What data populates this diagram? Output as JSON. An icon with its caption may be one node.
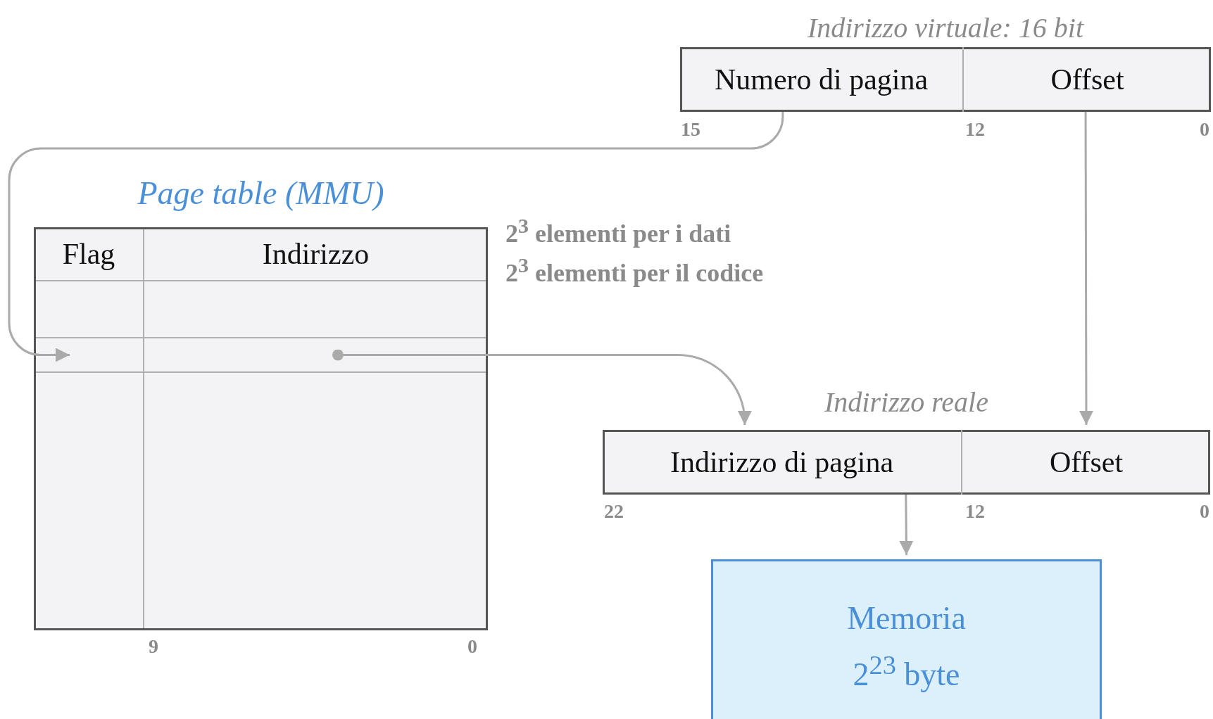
{
  "diagram": {
    "nodes": [
      {
        "text": [
          "Indirizzo virtuale: 16 bit"
        ]
      },
      {
        "text": [
          "Numero di pagina"
        ],
        "in": 0
      },
      {
        "text": [
          "Offset"
        ],
        "in": 0
      },
      {
        "text": [
          "Page table (MMU)"
        ]
      },
      {
        "text": [
          "Flag"
        ],
        "in": 3
      },
      {
        "text": [
          "Indirizzo"
        ],
        "in": 3
      },
      {
        "text": [],
        "shape": "box",
        "in": 3
      },
      {
        "text": [
          "Indirizzo reale"
        ]
      },
      {
        "text": [
          "Indirizzo di pagina"
        ],
        "in": 7
      },
      {
        "text": [
          "Offset"
        ],
        "in": 7
      },
      {
        "text": [
          "Memoria",
          "2$^{23}$ byte"
        ]
      }
    ],
    "edges": [
      {
        "from": 1,
        "to": 6,
        "arrow": "to"
      },
      {
        "from": 6,
        "to": 8,
        "arrow": "to"
      },
      {
        "from": 2,
        "to": 9,
        "arrow": "to"
      },
      {
        "from": 8,
        "to": 10,
        "arrow": "to"
      }
    ],
    "labels": [
      "15",
      "12",
      "0",
      "2$^{3}$ elementi per i dati",
      "2$^{3}$ elementi per il codice",
      "22",
      "12",
      "0",
      "9",
      "0"
    ]
  }
}
